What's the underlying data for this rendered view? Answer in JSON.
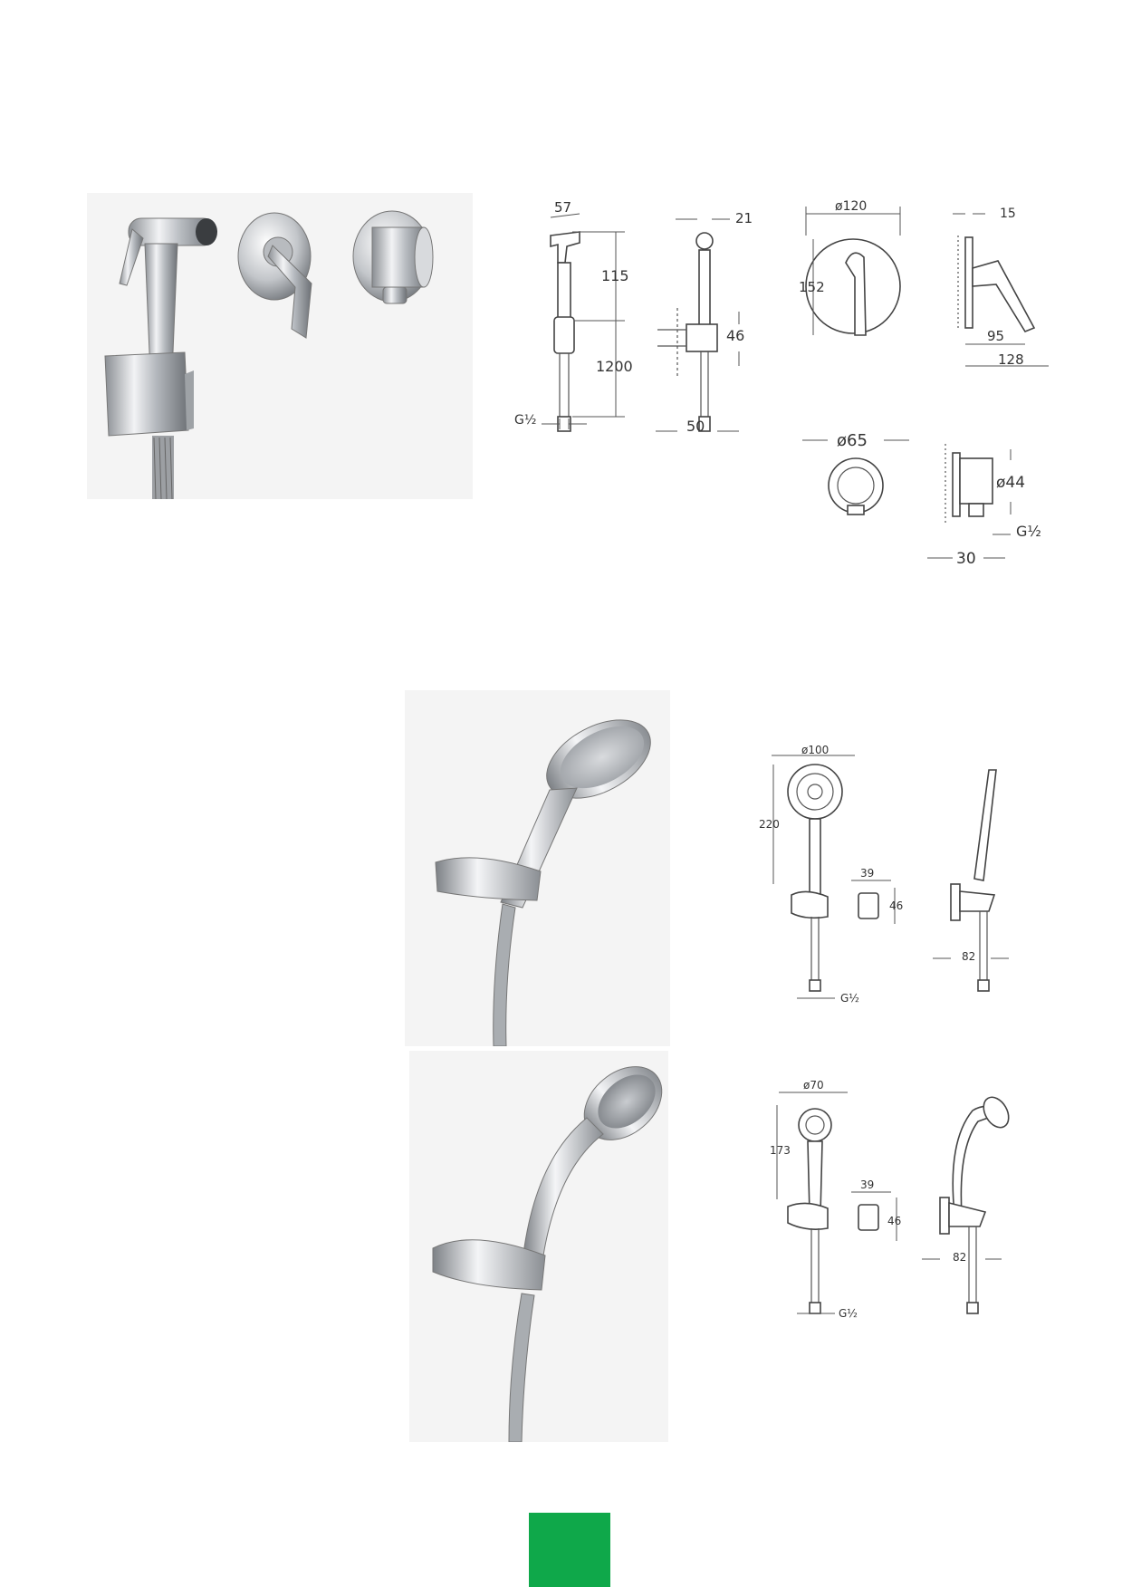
{
  "section1": {
    "dims": {
      "d57": "57",
      "d115": "115",
      "d1200": "1200",
      "g_left": "G½",
      "d21": "21",
      "d46": "46",
      "d50": "50",
      "d120": "ø120",
      "d152": "152",
      "d15": "15",
      "d95": "95",
      "d128": "128",
      "d65": "ø65",
      "d44": "ø44",
      "g_right": "G½",
      "d30": "30"
    }
  },
  "section2": {
    "dims": {
      "dia": "ø100",
      "h": "220",
      "w39": "39",
      "h46": "46",
      "g": "G½",
      "d82": "82"
    }
  },
  "section3": {
    "dims": {
      "dia": "ø70",
      "h": "173",
      "w39": "39",
      "h46": "46",
      "g": "G½",
      "d82": "82"
    }
  },
  "colors": {
    "accent_green": "#0fa84a",
    "chrome": "#c9ccd0"
  }
}
